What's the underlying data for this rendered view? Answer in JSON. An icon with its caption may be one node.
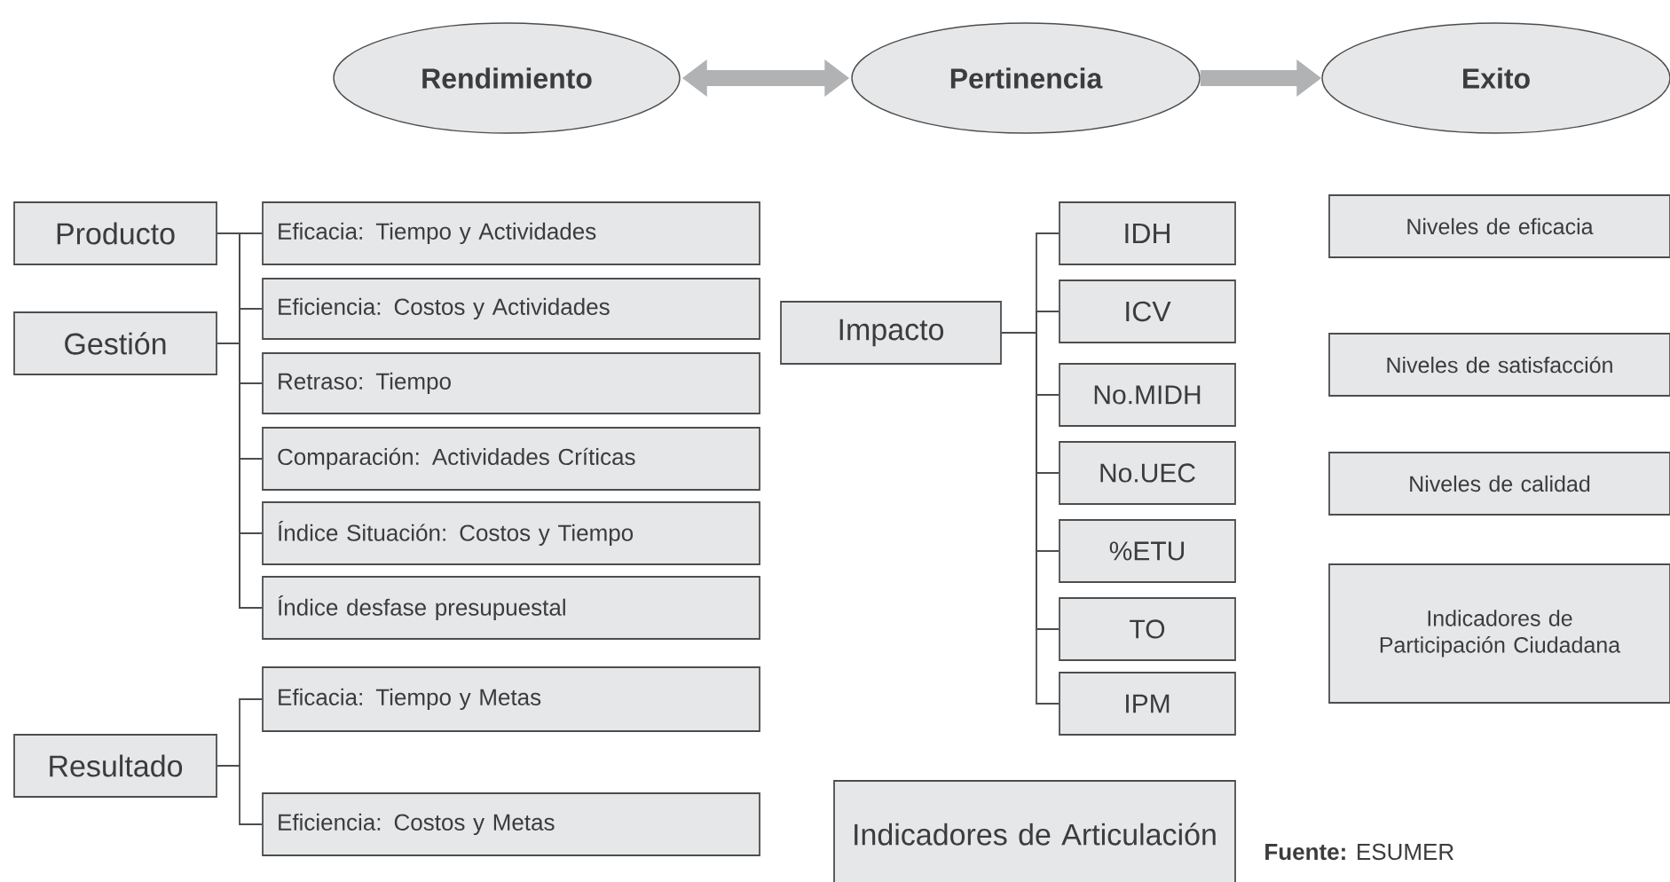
{
  "diagram": {
    "nodes": [
      {
        "text": [
          "Rendimiento"
        ]
      },
      {
        "text": [
          "Pertinencia"
        ]
      },
      {
        "text": [
          "Exito"
        ]
      },
      {
        "text": [
          "Producto"
        ]
      },
      {
        "text": [
          "Gestión"
        ]
      },
      {
        "text": [
          "Eficacia: Tiempo y Actividades"
        ]
      },
      {
        "text": [
          "Eficiencia: Costos y Actividades"
        ]
      },
      {
        "text": [
          "Retraso: Tiempo"
        ]
      },
      {
        "text": [
          "Comparación: Actividades Críticas"
        ]
      },
      {
        "text": [
          "Índice Situación: Costos y Tiempo"
        ]
      },
      {
        "text": [
          "Índice desfase presupuestal"
        ]
      },
      {
        "text": [
          "Resultado"
        ]
      },
      {
        "text": [
          "Eficacia: Tiempo y Metas"
        ]
      },
      {
        "text": [
          "Eficiencia: Costos y Metas"
        ]
      },
      {
        "text": [
          "Impacto"
        ]
      },
      {
        "text": [
          "IDH"
        ]
      },
      {
        "text": [
          "ICV"
        ]
      },
      {
        "text": [
          "No.MIDH"
        ]
      },
      {
        "text": [
          "No.UEC"
        ]
      },
      {
        "text": [
          "%ETU"
        ]
      },
      {
        "text": [
          "TO"
        ]
      },
      {
        "text": [
          "IPM"
        ]
      },
      {
        "text": [
          "Niveles de eficacia"
        ]
      },
      {
        "text": [
          "Niveles de satisfacción"
        ]
      },
      {
        "text": [
          "Niveles de calidad"
        ]
      },
      {
        "text": [
          "Indicadores de Participación Ciudadana"
        ]
      },
      {
        "text": [
          "Indicadores de Articulación"
        ]
      }
    ],
    "edges": [
      {
        "from": 0,
        "to": 1,
        "arrow": "both",
        "style": "thick",
        "color": "#b1b2b4"
      },
      {
        "from": 1,
        "to": 2,
        "arrow": "to",
        "style": "thick",
        "color": "#b1b2b4"
      },
      {
        "from": 3,
        "to": 5,
        "arrow": "none"
      },
      {
        "from": 3,
        "to": 6,
        "arrow": "none"
      },
      {
        "from": 3,
        "to": 7,
        "arrow": "none"
      },
      {
        "from": 3,
        "to": 8,
        "arrow": "none"
      },
      {
        "from": 3,
        "to": 9,
        "arrow": "none"
      },
      {
        "from": 3,
        "to": 10,
        "arrow": "none"
      },
      {
        "from": 4,
        "to": 5,
        "arrow": "none"
      },
      {
        "from": 4,
        "to": 6,
        "arrow": "none"
      },
      {
        "from": 4,
        "to": 7,
        "arrow": "none"
      },
      {
        "from": 4,
        "to": 8,
        "arrow": "none"
      },
      {
        "from": 4,
        "to": 9,
        "arrow": "none"
      },
      {
        "from": 4,
        "to": 10,
        "arrow": "none"
      },
      {
        "from": 11,
        "to": 12,
        "arrow": "none"
      },
      {
        "from": 11,
        "to": 13,
        "arrow": "none"
      },
      {
        "from": 14,
        "to": 15,
        "arrow": "none"
      },
      {
        "from": 14,
        "to": 16,
        "arrow": "none"
      },
      {
        "from": 14,
        "to": 17,
        "arrow": "none"
      },
      {
        "from": 14,
        "to": 18,
        "arrow": "none"
      },
      {
        "from": 14,
        "to": 19,
        "arrow": "none"
      },
      {
        "from": 14,
        "to": 20,
        "arrow": "none"
      },
      {
        "from": 14,
        "to": 21,
        "arrow": "none"
      }
    ],
    "labels": [
      "**Fuente:** ESUMER"
    ]
  }
}
